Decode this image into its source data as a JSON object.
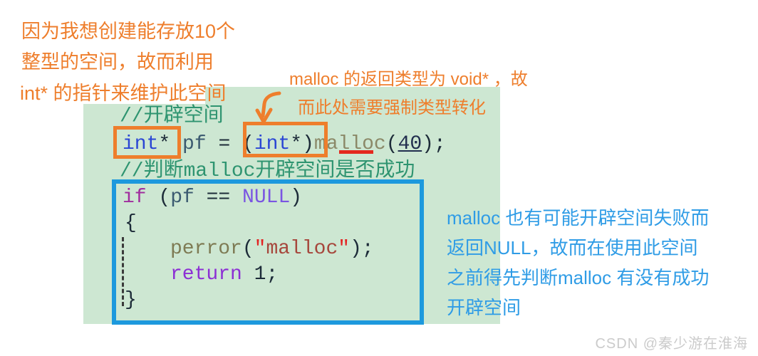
{
  "colors": {
    "panel_green": "#cde7d2",
    "annotation_orange": "#ee7e2c",
    "note_blue": "#2f9ce6",
    "null_box_blue": "#1d99dd",
    "error_underline_red": "#e4281e",
    "comment_green": "#2e9470"
  },
  "annotations": {
    "top_left": {
      "lines": [
        "因为我想创建能存放10个",
        "整型的空间，故而利用",
        "int* 的指针来维护此空间"
      ]
    },
    "malloc_cast_note": {
      "lines": [
        "malloc 的返回类型为 void* ，故",
        "而此处需要强制类型转化"
      ]
    },
    "null_check_note": {
      "lines": [
        "malloc 也有可能开辟空间失败而",
        "返回NULL，故而在使用此空间",
        "之前得先判断malloc 有没有成功",
        "开辟空间"
      ]
    }
  },
  "code": {
    "comment_open": "//开辟空间",
    "line_malloc": {
      "type1": "int",
      "star1": "*",
      "var": " pf ",
      "eq": "= ",
      "p1": "(",
      "type2": "int",
      "star2": "*",
      "p2": ")",
      "fn": "malloc",
      "p3": "(",
      "num": "40",
      "p4": ")",
      "semi": ";"
    },
    "comment_check": "//判断malloc开辟空间是否成功",
    "line_if": {
      "kw": "if",
      "p1": " (",
      "var": "pf",
      "op": " == ",
      "null": "NULL",
      "p2": ")"
    },
    "brace_open": "{",
    "line_perror": {
      "fn": "perror",
      "p1": "(",
      "q1": "\"",
      "str": "malloc",
      "q2": "\"",
      "p2": ");"
    },
    "line_return": {
      "kw": "return",
      "val": " 1",
      "semi": ";"
    },
    "brace_close": "}"
  },
  "watermark": "CSDN @秦少游在淮海"
}
